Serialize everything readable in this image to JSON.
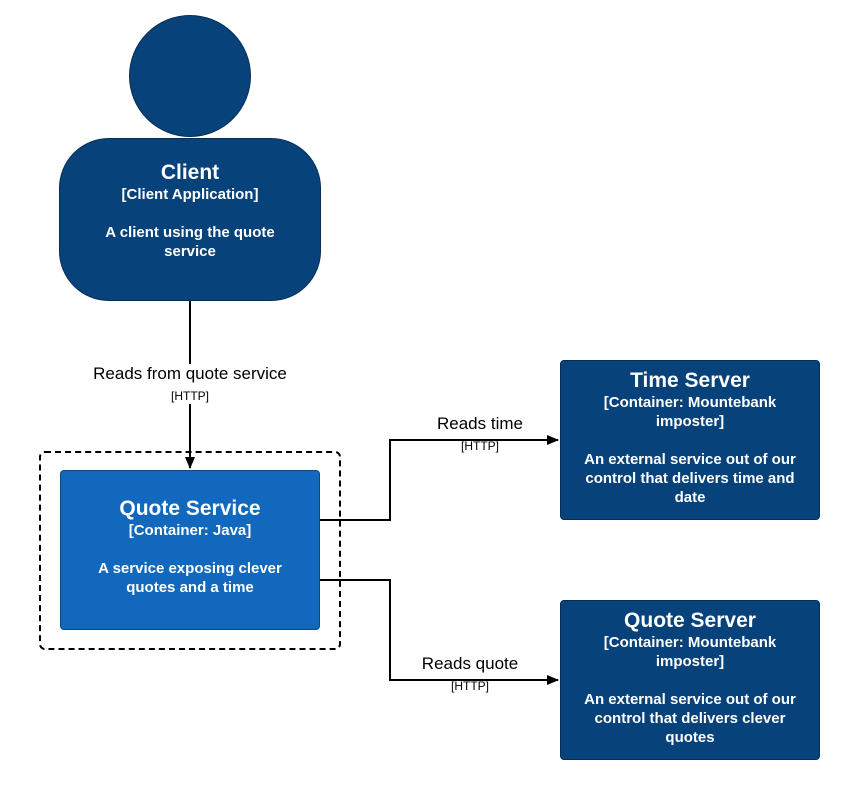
{
  "client": {
    "title": "Client",
    "kind": "[Client Application]",
    "description": "A client using the quote service"
  },
  "quote_service": {
    "title": "Quote Service",
    "kind": "[Container: Java]",
    "description": "A service exposing clever quotes and a time"
  },
  "time_server": {
    "title": "Time Server",
    "kind": "[Container: Mountebank imposter]",
    "description": "An external service out of our control that delivers time and date"
  },
  "quote_server": {
    "title": "Quote Server",
    "kind": "[Container: Mountebank imposter]",
    "description": "An external service out of our control that delivers clever quotes"
  },
  "relationships": {
    "client_to_service": {
      "label": "Reads from quote service",
      "technology": "[HTTP]"
    },
    "service_to_time": {
      "label": "Reads time",
      "technology": "[HTTP]"
    },
    "service_to_quote": {
      "label": "Reads quote",
      "technology": "[HTTP]"
    }
  },
  "colors": {
    "person": "#08427b",
    "container": "#1168bd",
    "external_container": "#08427b",
    "line": "#000000",
    "text": "#ffffff"
  }
}
